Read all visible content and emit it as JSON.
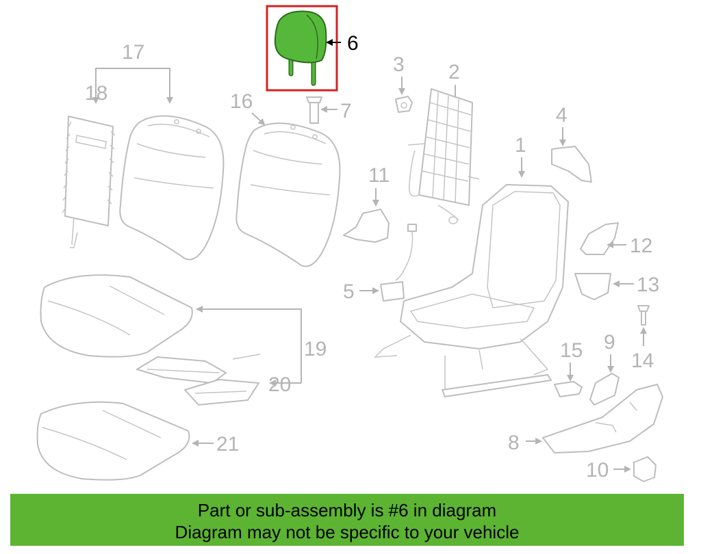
{
  "diagram": {
    "highlight_label": "6",
    "labels": {
      "n1": "1",
      "n2": "2",
      "n3": "3",
      "n4": "4",
      "n5": "5",
      "n7": "7",
      "n8": "8",
      "n9": "9",
      "n10": "10",
      "n11": "11",
      "n12": "12",
      "n13": "13",
      "n14": "14",
      "n15": "15",
      "n16": "16",
      "n17": "17",
      "n18": "18",
      "n19": "19",
      "n20": "20",
      "n21": "21"
    },
    "colors": {
      "highlight_fill": "#55b83a",
      "highlight_box": "#d62020",
      "part_stroke": "#bdbdbd"
    }
  },
  "banner": {
    "line1": "Part or sub-assembly is #6 in diagram",
    "line2": "Diagram may not be specific to your vehicle",
    "color": "#5cb432"
  }
}
